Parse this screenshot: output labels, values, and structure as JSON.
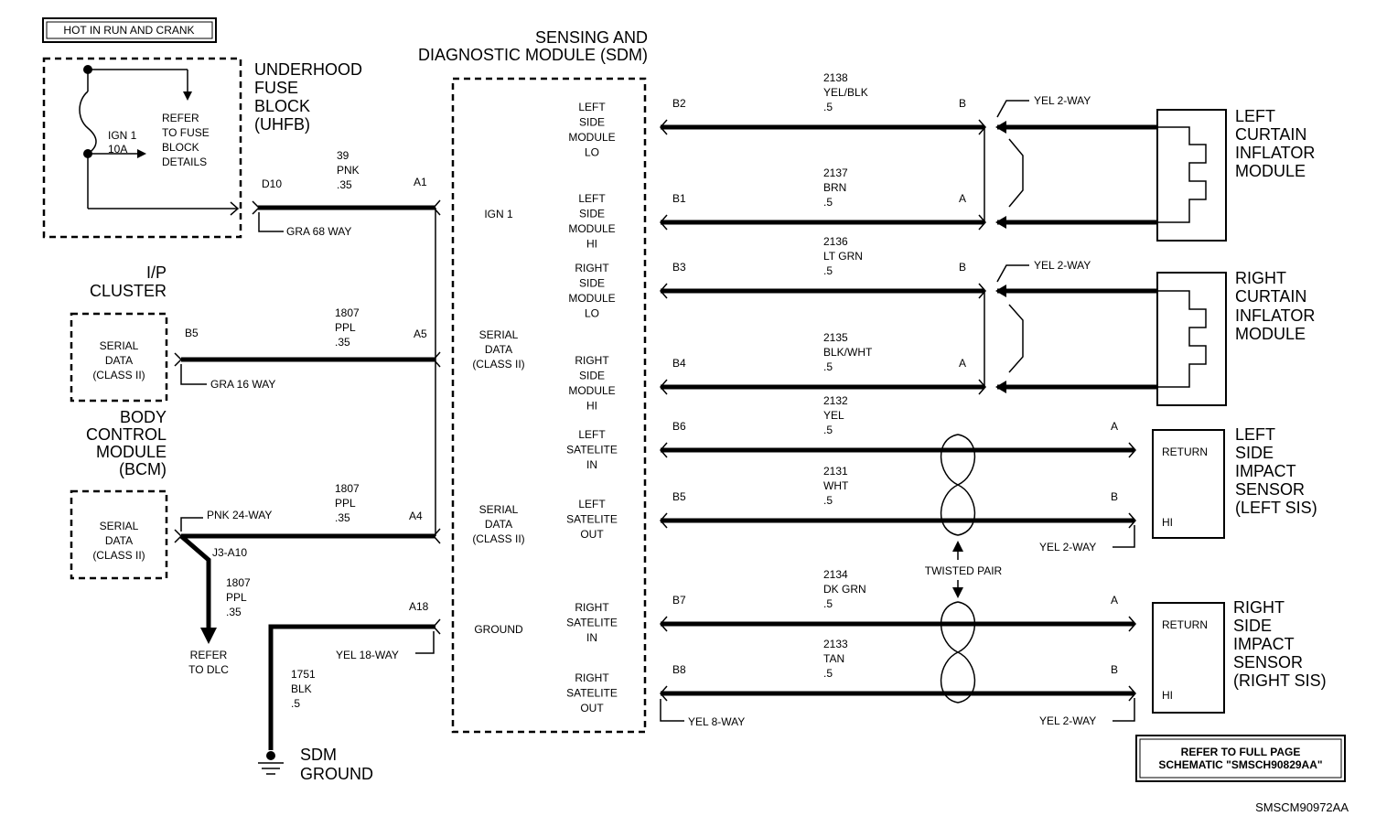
{
  "header": {
    "hot_label": "HOT IN RUN AND CRANK"
  },
  "uhfb": {
    "title": [
      "UNDERHOOD",
      "FUSE",
      "BLOCK",
      "(UHFB)"
    ],
    "fuse": [
      "IGN 1",
      "10A"
    ],
    "refer": [
      "REFER",
      "TO FUSE",
      "BLOCK",
      "DETAILS"
    ],
    "pin": "D10",
    "connector": "GRA 68 WAY",
    "wire": [
      "39",
      "PNK",
      ".35"
    ]
  },
  "sdm": {
    "title": [
      "SENSING AND",
      "DIAGNOSTIC MODULE (SDM)"
    ],
    "pins_left": [
      {
        "pin": "A1",
        "label": [
          "IGN 1"
        ]
      },
      {
        "pin": "A5",
        "label": [
          "SERIAL",
          "DATA",
          "(CLASS II)"
        ]
      },
      {
        "pin": "A4",
        "label": [
          "SERIAL",
          "DATA",
          "(CLASS II)"
        ]
      },
      {
        "pin": "A18",
        "label": [
          "GROUND"
        ]
      }
    ],
    "channels": [
      [
        "LEFT",
        "SIDE",
        "MODULE",
        "LO"
      ],
      [
        "LEFT",
        "SIDE",
        "MODULE",
        "HI"
      ],
      [
        "RIGHT",
        "SIDE",
        "MODULE",
        "LO"
      ],
      [
        "RIGHT",
        "SIDE",
        "MODULE",
        "HI"
      ],
      [
        "LEFT",
        "SATELITE",
        "IN"
      ],
      [
        "LEFT",
        "SATELITE",
        "OUT"
      ],
      [
        "RIGHT",
        "SATELITE",
        "IN"
      ],
      [
        "RIGHT",
        "SATELITE",
        "OUT"
      ]
    ]
  },
  "ip_cluster": {
    "title": [
      "I/P",
      "CLUSTER"
    ],
    "box": [
      "SERIAL",
      "DATA",
      "(CLASS II)"
    ],
    "pin": "B5",
    "connector": "GRA 16 WAY",
    "wire": [
      "1807",
      "PPL",
      ".35"
    ]
  },
  "bcm": {
    "title": [
      "BODY",
      "CONTROL",
      "MODULE",
      "(BCM)"
    ],
    "box": [
      "SERIAL",
      "DATA",
      "(CLASS II)"
    ],
    "connector": "PNK 24-WAY",
    "splice": "J3-A10",
    "wire": [
      "1807",
      "PPL",
      ".35"
    ],
    "branch_wire": [
      "1807",
      "PPL",
      ".35"
    ],
    "refer": [
      "REFER",
      "TO DLC"
    ]
  },
  "ground": {
    "connector": "YEL 18-WAY",
    "wire": [
      "1751",
      "BLK",
      ".5"
    ],
    "label": [
      "SDM",
      "GROUND"
    ]
  },
  "right_wires": [
    {
      "pin": "B2",
      "circuit": "2138",
      "color": "YEL/BLK",
      "size": ".5",
      "end": "B"
    },
    {
      "pin": "B1",
      "circuit": "2137",
      "color": "BRN",
      "size": ".5",
      "end": "A"
    },
    {
      "pin": "B3",
      "circuit": "2136",
      "color": "LT GRN",
      "size": ".5",
      "end": "B"
    },
    {
      "pin": "B4",
      "circuit": "2135",
      "color": "BLK/WHT",
      "size": ".5",
      "end": "A"
    },
    {
      "pin": "B6",
      "circuit": "2132",
      "color": "YEL",
      "size": ".5",
      "end": "A"
    },
    {
      "pin": "B5",
      "circuit": "2131",
      "color": "WHT",
      "size": ".5",
      "end": "B"
    },
    {
      "pin": "B7",
      "circuit": "2134",
      "color": "DK GRN",
      "size": ".5",
      "end": "A"
    },
    {
      "pin": "B8",
      "circuit": "2133",
      "color": "TAN",
      "size": ".5",
      "end": "B"
    }
  ],
  "connectors": {
    "curtain_left": "YEL 2-WAY",
    "curtain_right": "YEL 2-WAY",
    "sis_left": "YEL 2-WAY",
    "sis_right": "YEL 2-WAY",
    "sdm_right": "YEL 8-WAY"
  },
  "twisted_pair": "TWISTED PAIR",
  "modules": {
    "left_curtain": [
      "LEFT",
      "CURTAIN",
      "INFLATOR",
      "MODULE"
    ],
    "right_curtain": [
      "RIGHT",
      "CURTAIN",
      "INFLATOR",
      "MODULE"
    ],
    "left_sis": [
      "LEFT",
      "SIDE",
      "IMPACT",
      "SENSOR",
      "(LEFT SIS)"
    ],
    "right_sis": [
      "RIGHT",
      "SIDE",
      "IMPACT",
      "SENSOR",
      "(RIGHT SIS)"
    ],
    "sensor_return": "RETURN",
    "sensor_hi": "HI"
  },
  "footer": {
    "refer": [
      "REFER TO FULL PAGE",
      "SCHEMATIC \"SMSCH90829AA\""
    ],
    "code": "SMSCM90972AA"
  }
}
